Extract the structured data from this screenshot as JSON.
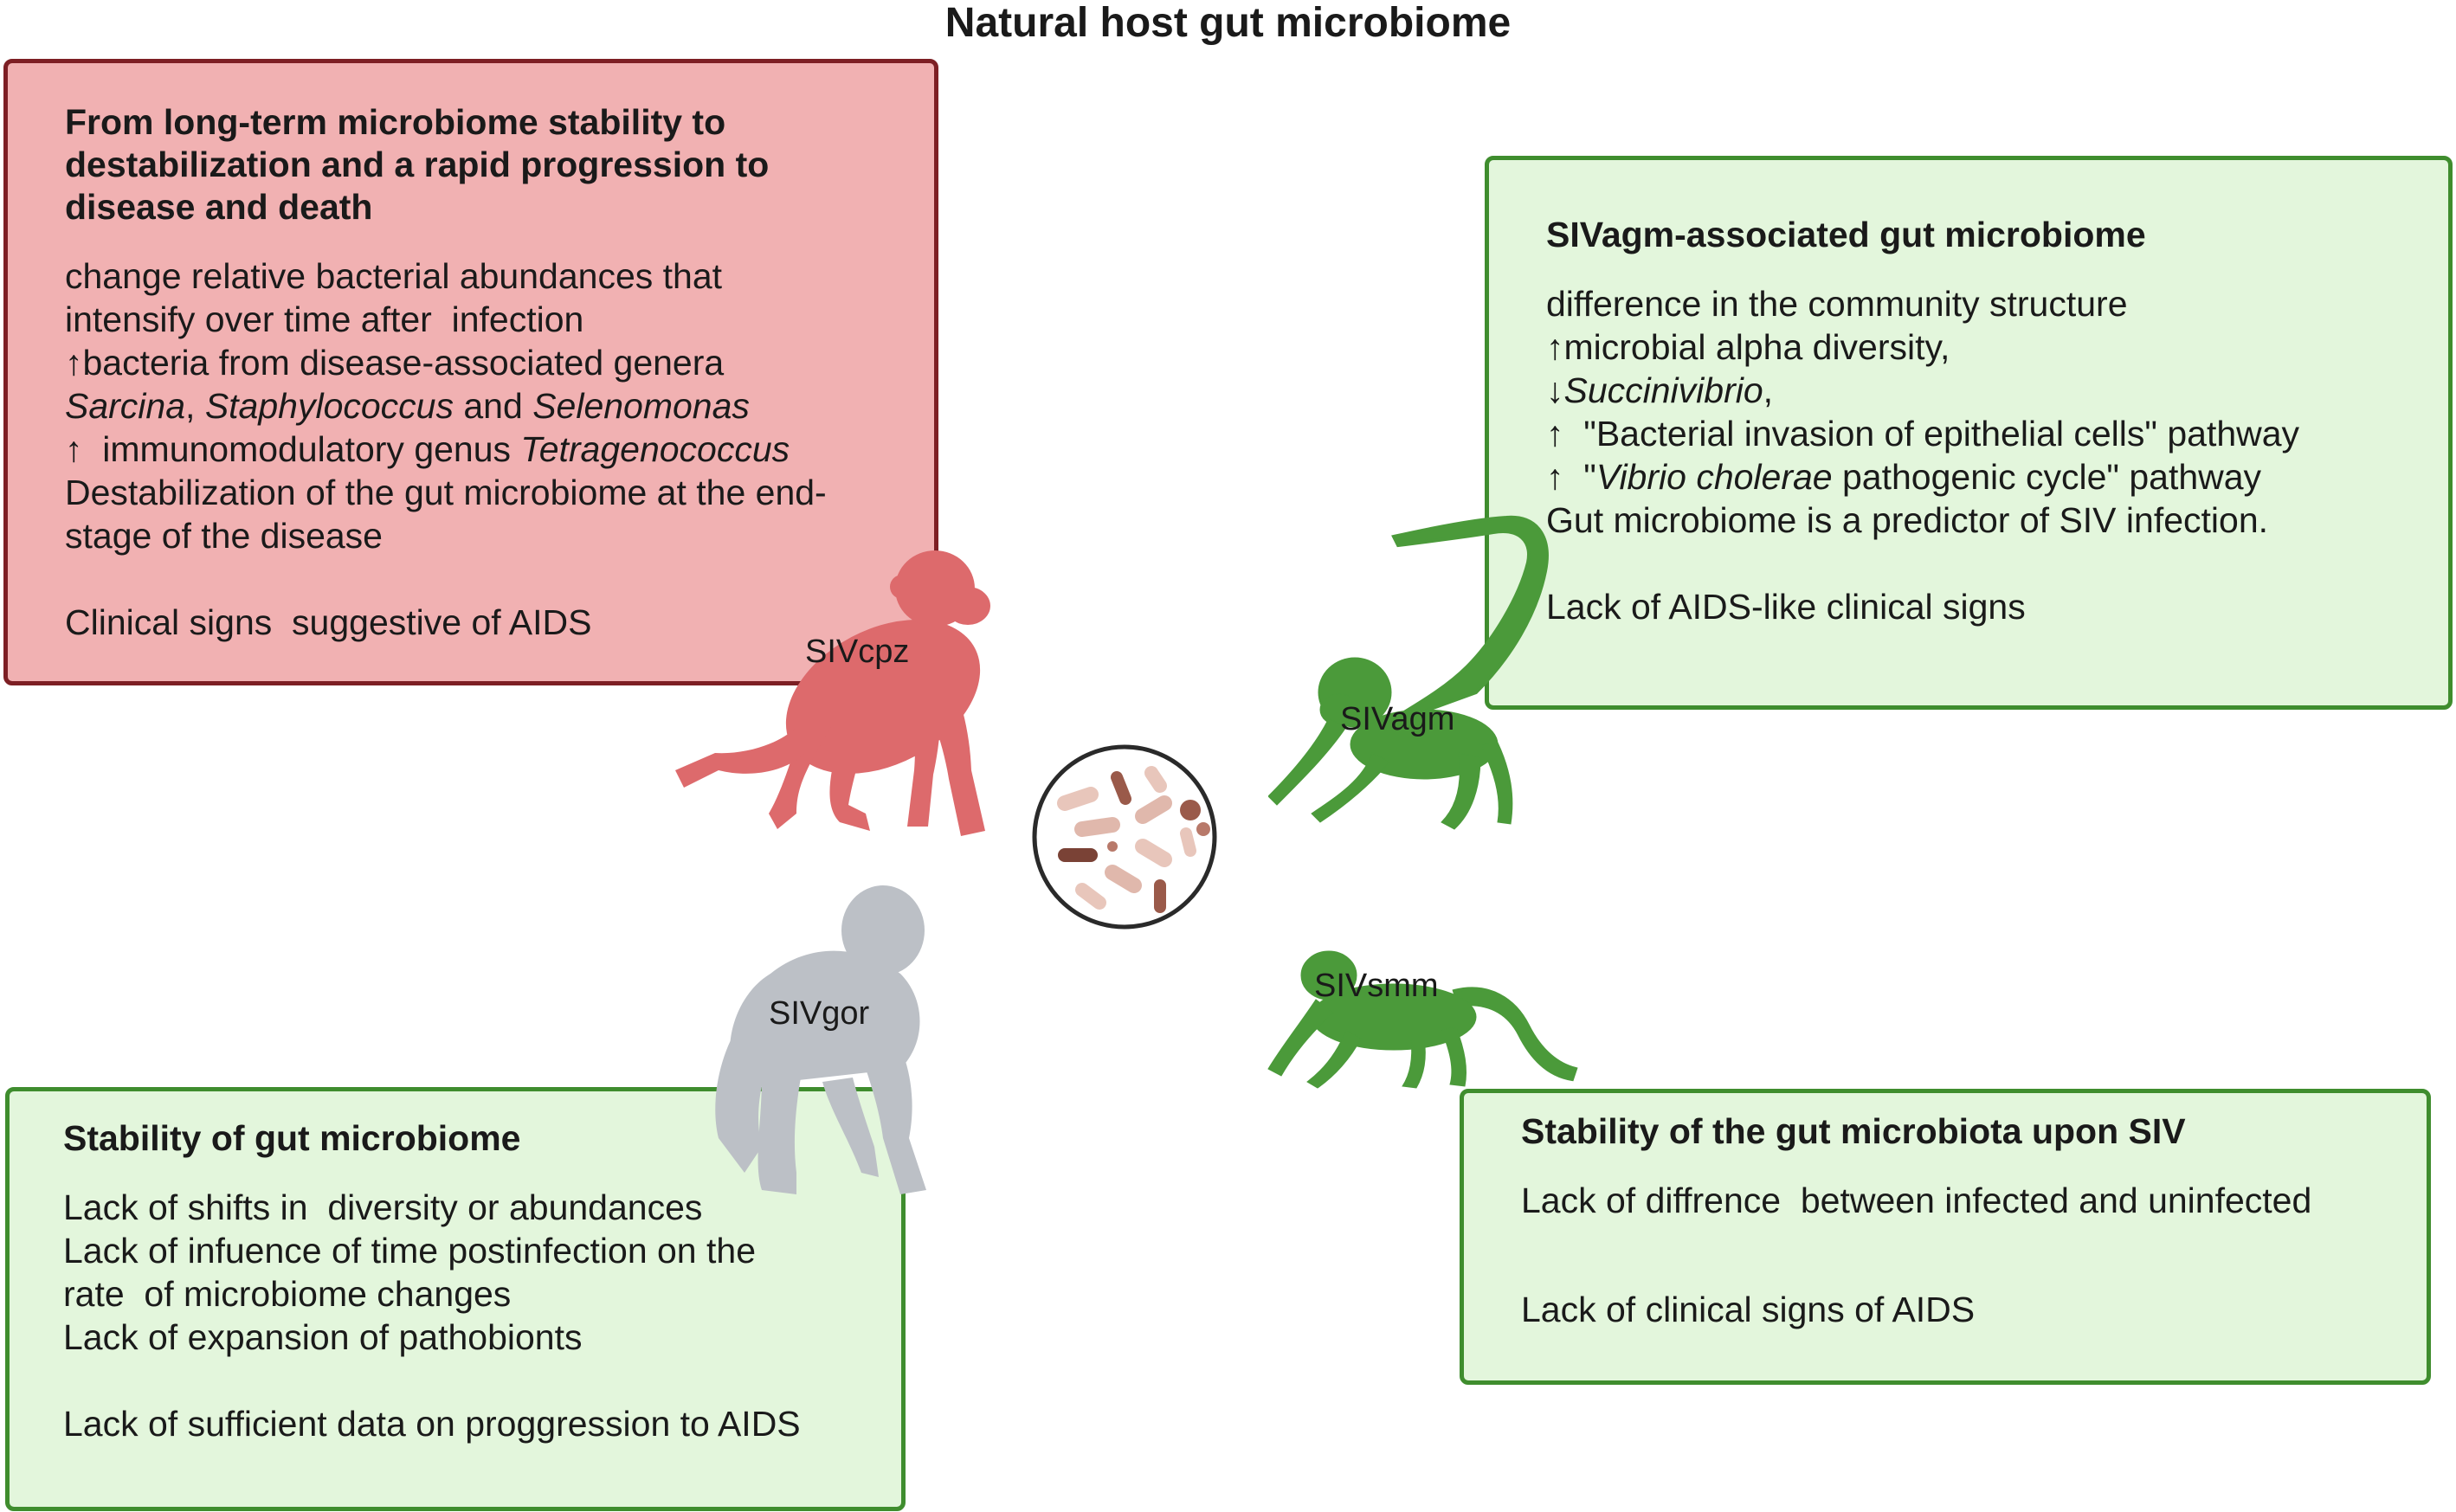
{
  "title": "Natural host gut microbiome",
  "colors": {
    "red_fill": "#f1b1b2",
    "red_border": "#7d1f24",
    "green_fill": "#e3f6dc",
    "green_border": "#3f8d2e",
    "chimp": "#dd6a6c",
    "monkey": "#4b9a3a",
    "gorilla": "#bcc0c6"
  },
  "icons": [
    "chimpanzee-icon",
    "african-green-monkey-icon",
    "gorilla-icon",
    "sooty-mangabey-icon",
    "gut-bacteria-icon"
  ],
  "sivcpz": {
    "label": "SIVcpz",
    "heading": [
      "From long-term microbiome stability to",
      "destabilization and a rapid progression to",
      "disease and death"
    ],
    "line1": "change relative bacterial abundances that",
    "line2": "intensify over time after  infection",
    "line3": "↑bacteria from disease-associated genera",
    "line4_a": "Sarcina",
    "line4_b": ", ",
    "line4_c": "Staphylococcus",
    "line4_d": " and ",
    "line4_e": "Selenomonas",
    "line5_a": "↑  immunomodulatory genus ",
    "line5_b": "Tetragenococcus",
    "line6": "Destabilization of the gut microbiome at the end-",
    "line7": "stage of the disease",
    "line8": "Clinical signs  suggestive of AIDS"
  },
  "sivagm": {
    "label": "SIVagm",
    "heading": "SIVagm-associated gut microbiome",
    "line1": "difference in the community structure",
    "line2": "↑microbial alpha diversity,",
    "line3_a": "↓",
    "line3_b": "Succinivibrio",
    "line3_c": ",",
    "line4": "↑  \"Bacterial invasion of epithelial cells\" pathway",
    "line5_a": "↑  \"",
    "line5_b": "Vibrio cholerae",
    "line5_c": " pathogenic cycle\" pathway",
    "line6": "Gut microbiome is a predictor of SIV infection.",
    "line7": "Lack of AIDS-like clinical signs"
  },
  "sivgor": {
    "label": "SIVgor",
    "heading": "Stability of gut microbiome",
    "line1": "Lack of shifts in  diversity or abundances",
    "line2": "Lack of infuence of time postinfection on the",
    "line3": "rate  of microbiome changes",
    "line4": "Lack of expansion of pathobionts",
    "line5": "Lack of sufficient data on proggression to AIDS"
  },
  "sivsmm": {
    "label": "SIVsmm",
    "heading": "Stability of the gut microbiota upon SIV",
    "line1": "Lack of diffrence  between infected and uninfected",
    "line2": "Lack of clinical signs of AIDS"
  }
}
